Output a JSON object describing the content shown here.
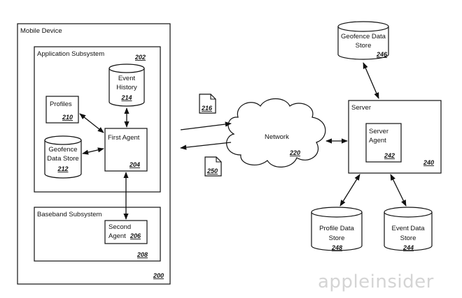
{
  "mobile_device": {
    "label": "Mobile Device",
    "number": "200"
  },
  "application_subsystem": {
    "label": "Application Subsystem",
    "number": "202"
  },
  "event_history": {
    "line1": "Event",
    "line2": "History",
    "number": "214"
  },
  "profiles": {
    "label": "Profiles",
    "number": "210"
  },
  "first_agent": {
    "label": "First Agent",
    "number": "204"
  },
  "geofence_store_local": {
    "line1": "Geofence",
    "line2": "Data Store",
    "number": "212"
  },
  "baseband_subsystem": {
    "label": "Baseband Subsystem",
    "number": "208"
  },
  "second_agent": {
    "line1": "Second",
    "line2": "Agent",
    "number": "206"
  },
  "network": {
    "label": "Network",
    "number": "220"
  },
  "doc_216": {
    "number": "216"
  },
  "doc_250": {
    "number": "250"
  },
  "server": {
    "label": "Server",
    "number": "240"
  },
  "server_agent": {
    "line1": "Server",
    "line2": "Agent",
    "number": "242"
  },
  "geofence_store_server": {
    "line1": "Geofence Data",
    "line2": "Store",
    "number": "246"
  },
  "profile_store": {
    "line1": "Profile Data",
    "line2": "Store",
    "number": "248"
  },
  "event_store": {
    "line1": "Event Data",
    "line2": "Store",
    "number": "244"
  },
  "watermark": {
    "text": "appleinsider"
  }
}
